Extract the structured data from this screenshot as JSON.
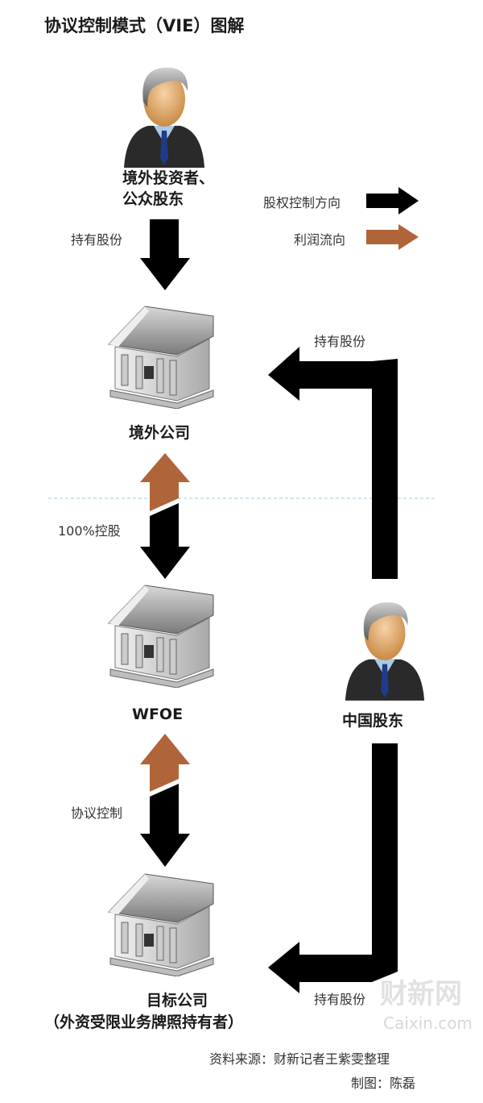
{
  "title": "协议控制模式（VIE）图解",
  "legend": {
    "equity": {
      "label": "股权控制方向",
      "color": "#000000"
    },
    "profit": {
      "label": "利润流向",
      "color": "#b0643a"
    }
  },
  "nodes": {
    "investors": {
      "line1": "境外投资者、",
      "line2": "公众股东"
    },
    "offshore": "境外公司",
    "wfoe": "WFOE",
    "target": {
      "line1": "目标公司",
      "line2": "（外资受限业务牌照持有者）"
    },
    "chinese": "中国股东"
  },
  "edges": {
    "investors_to_offshore": "持有股份",
    "offshore_to_wfoe": "100%控股",
    "wfoe_to_target": "协议控制",
    "chinese_to_offshore": "持有股份",
    "chinese_to_target": "持有股份"
  },
  "footer": {
    "source": "资料来源：财新记者王紫雯整理",
    "credit": "制图：陈磊"
  },
  "watermark": {
    "cn": "财新网",
    "en": "Caixin.com"
  }
}
